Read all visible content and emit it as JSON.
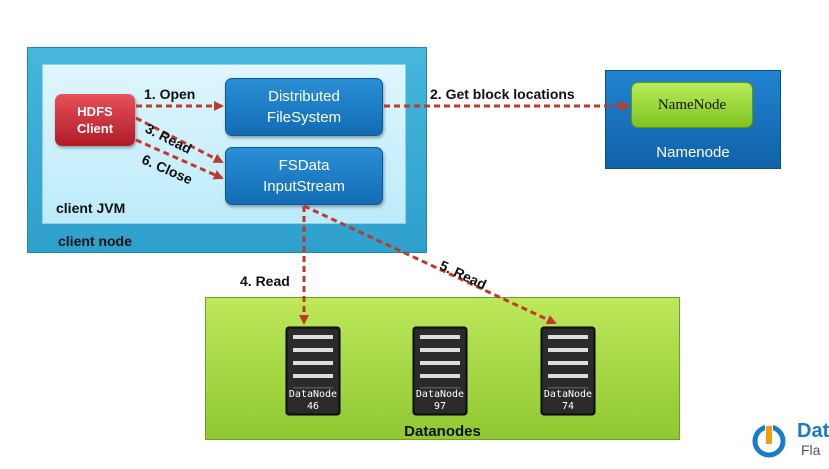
{
  "client_node": {
    "label": "client node"
  },
  "client_jvm": {
    "label": "client JVM"
  },
  "hdfs_client": {
    "line1": "HDFS",
    "line2": "Client"
  },
  "dfs": {
    "line1": "Distributed",
    "line2": "FileSystem"
  },
  "fsdata": {
    "line1": "FSData",
    "line2": "InputStream"
  },
  "namenode": {
    "inner": "NameNode",
    "label": "Namenode"
  },
  "datanodes": {
    "label": "Datanodes",
    "nodes": [
      {
        "name": "DataNode",
        "id": "46"
      },
      {
        "name": "DataNode",
        "id": "97"
      },
      {
        "name": "DataNode",
        "id": "74"
      }
    ]
  },
  "steps": {
    "open": "1. Open",
    "get_block": "2. Get block locations",
    "read3": "3. Read",
    "read4": "4. Read",
    "read5": "5. Read",
    "close": "6. Close"
  },
  "logo": {
    "line1": "Dat",
    "line2": "Fla"
  },
  "colors": {
    "arrow": "#c0392b",
    "client_red": "#c62833",
    "box_blue": "#1a7cc8",
    "green": "#9bd33a"
  }
}
